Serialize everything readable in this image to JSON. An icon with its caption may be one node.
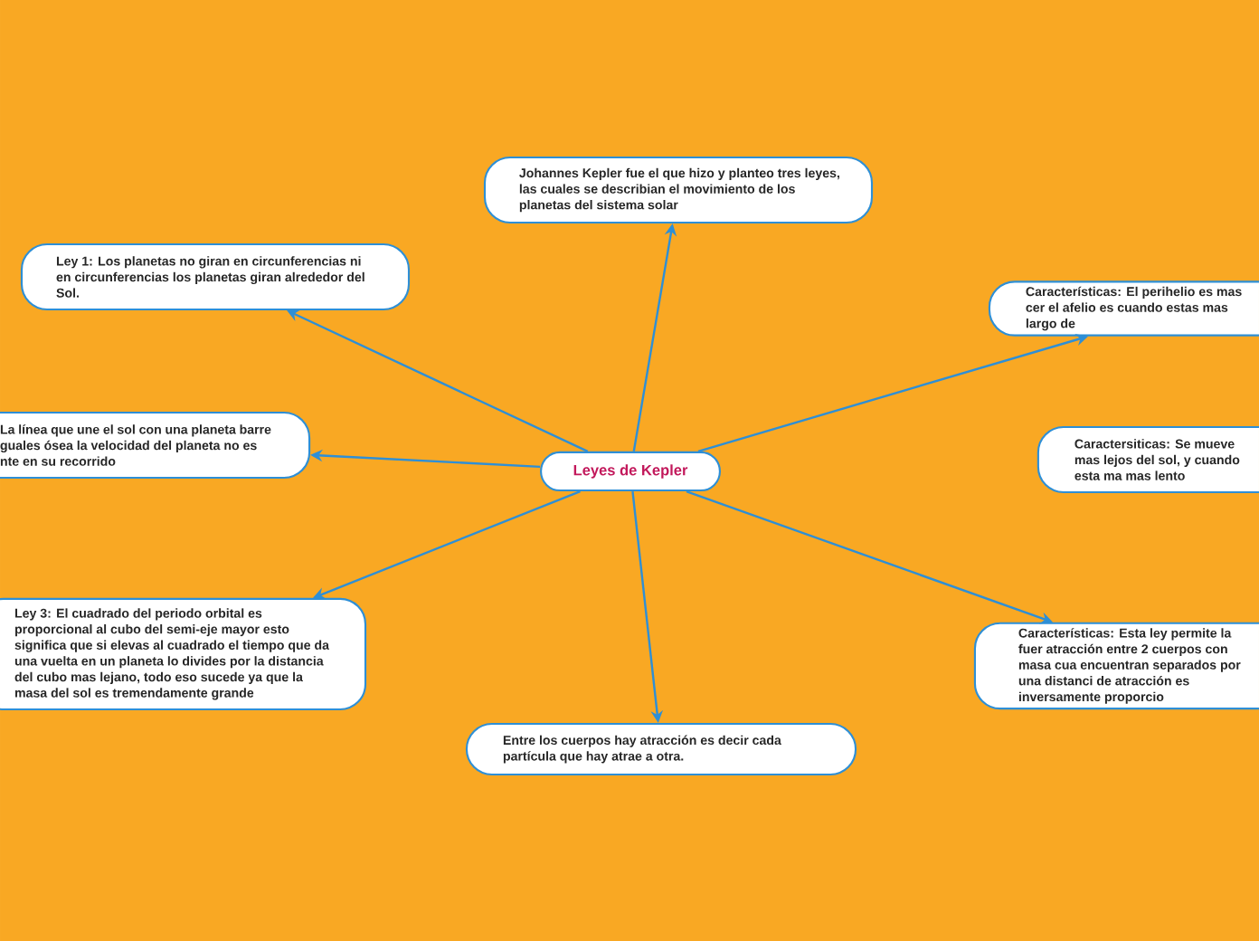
{
  "diagram": {
    "nodes": [
      {
        "text": [
          "Leyes de Kepler"
        ]
      },
      {
        "text": [
          "Johannes Kepler fue el que hizo y planteo tres leyes, las cuales se describian el movimiento de los planetas del sistema solar"
        ]
      },
      {
        "text": [
          "Ley 1: Los planetas no giran en circunferencias ni en circunferencias los planetas giran alrededor del Sol."
        ]
      },
      {
        "text": [
          "La línea que une el sol con una planeta barre guales ósea la velocidad del planeta no es nte en su recorrido"
        ]
      },
      {
        "text": [
          "Ley 3: El cuadrado del periodo orbital es proporcional al cubo del semi-eje mayor esto significa que si elevas al cuadrado el tiempo que da una vuelta en un planeta lo divides por la distancia del cubo mas lejano, todo eso sucede ya que la masa del sol es tremendamente grande"
        ]
      },
      {
        "text": [
          "Entre los cuerpos hay atracción es decir cada partícula que hay atrae a otra."
        ]
      },
      {
        "text": [
          "Características: El perihelio es mas cer el afelio es cuando estas mas largo de"
        ]
      },
      {
        "text": [
          "Caractersiticas: Se mueve mas lejos del sol, y cuando esta ma mas lento"
        ]
      },
      {
        "text": [
          "Características: Esta ley permite la fuer atracción entre 2 cuerpos con masa cua encuentran separados por una distanci de atracción es inversamente proporcio"
        ]
      }
    ],
    "edges": [
      {
        "from": 0,
        "to": 1,
        "arrow": "to"
      },
      {
        "from": 0,
        "to": 2,
        "arrow": "to"
      },
      {
        "from": 0,
        "to": 3,
        "arrow": "to"
      },
      {
        "from": 0,
        "to": 4,
        "arrow": "to"
      },
      {
        "from": 0,
        "to": 5,
        "arrow": "to"
      },
      {
        "from": 0,
        "to": 6,
        "arrow": "to"
      },
      {
        "from": 0,
        "to": 8,
        "arrow": "to"
      }
    ]
  }
}
